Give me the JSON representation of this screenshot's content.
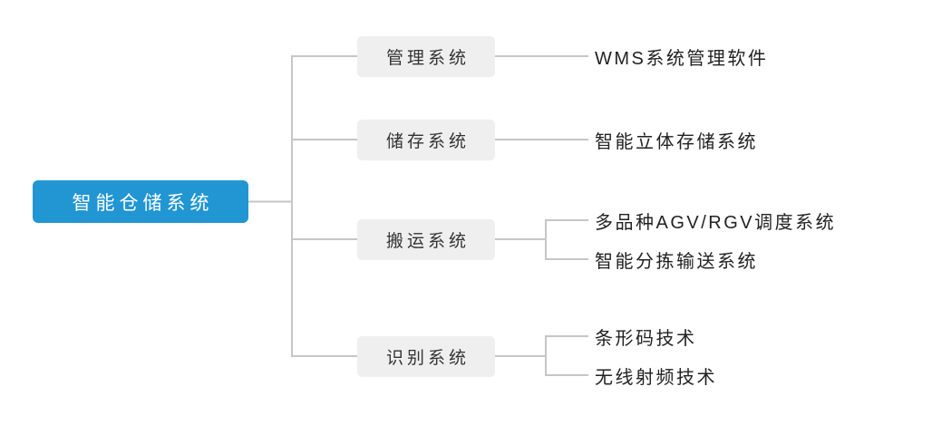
{
  "diagram": {
    "type": "tree",
    "orientation": "left-to-right",
    "root": {
      "label": "智能仓储系统",
      "color": "#2196d3",
      "text_color": "#ffffff"
    },
    "branch_style": {
      "fill": "#efefef",
      "text_color": "#333333",
      "line_color": "#bfbfbf"
    },
    "branches": [
      {
        "label": "管理系统",
        "leaves": [
          {
            "label": "WMS系统管理软件"
          }
        ]
      },
      {
        "label": "储存系统",
        "leaves": [
          {
            "label": "智能立体存储系统"
          }
        ]
      },
      {
        "label": "搬运系统",
        "leaves": [
          {
            "label": "多品种AGV/RGV调度系统"
          },
          {
            "label": "智能分拣输送系统"
          }
        ]
      },
      {
        "label": "识别系统",
        "leaves": [
          {
            "label": "条形码技术"
          },
          {
            "label": "无线射频技术"
          }
        ]
      }
    ]
  }
}
